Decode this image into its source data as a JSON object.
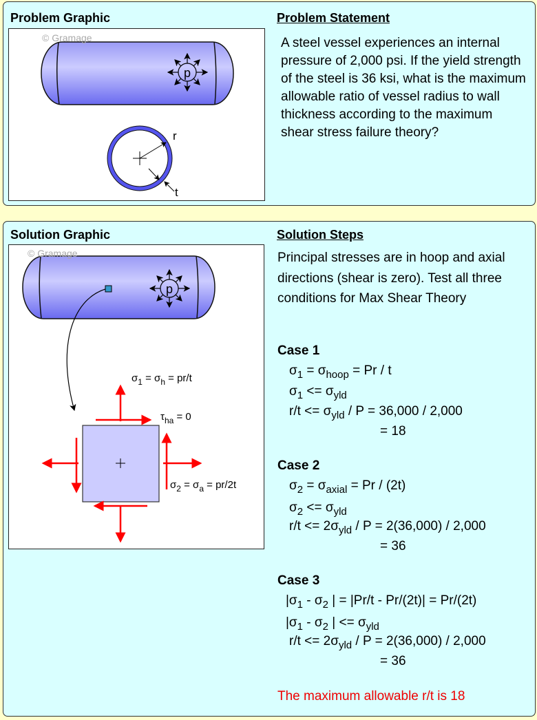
{
  "problem": {
    "graphic_title": "Problem Graphic",
    "statement_title": "Problem Statement",
    "statement": "A steel  vessel experiences an internal pressure of 2,000 psi. If the yield strength of the steel is 36 ksi, what is the maximum allowable ratio of vessel radius to wall thickness according to the maximum shear stress failure theory?",
    "watermark": "© Gramage",
    "labels": {
      "p": "p",
      "r": "r",
      "t": "t"
    }
  },
  "solution": {
    "graphic_title": "Solution Graphic",
    "steps_title": "Solution Steps",
    "intro": "Principal stresses are in hoop and axial directions (shear is zero). Test all three conditions for Max Shear Theory",
    "watermark": "© Gramage",
    "diagram": {
      "p": "p",
      "sigma1": {
        "a": "σ",
        "s1": "1",
        "b": " = σ",
        "s2": "h",
        "c": " = pr/t"
      },
      "tau": {
        "a": "τ",
        "s1": "ha",
        "b": " = 0"
      },
      "sigma2": {
        "a": "σ",
        "s1": "2",
        "b": " = σ",
        "s2": "a",
        "c": " = pr/2t"
      }
    },
    "cases": [
      {
        "title": "Case 1",
        "lines": [
          [
            {
              "t": "σ"
            },
            {
              "t": "1",
              "sub": true
            },
            {
              "t": " = σ"
            },
            {
              "t": "hoop",
              "sub": true
            },
            {
              "t": " = Pr / t"
            }
          ],
          [
            {
              "t": "σ"
            },
            {
              "t": "1",
              "sub": true
            },
            {
              "t": " <= σ"
            },
            {
              "t": "yld",
              "sub": true
            }
          ],
          [
            {
              "t": "r/t <= σ"
            },
            {
              "t": "yld",
              "sub": true
            },
            {
              "t": " / P = 36,000 / 2,000"
            }
          ],
          [
            {
              "t": "= 18"
            }
          ]
        ]
      },
      {
        "title": "Case 2",
        "lines": [
          [
            {
              "t": "σ"
            },
            {
              "t": "2",
              "sub": true
            },
            {
              "t": " = σ"
            },
            {
              "t": "axial",
              "sub": true
            },
            {
              "t": " = Pr / (2t)"
            }
          ],
          [
            {
              "t": "σ"
            },
            {
              "t": "2",
              "sub": true
            },
            {
              "t": " <= σ"
            },
            {
              "t": "yld",
              "sub": true
            }
          ],
          [
            {
              "t": "r/t <= 2σ"
            },
            {
              "t": "yld",
              "sub": true
            },
            {
              "t": " / P = 2(36,000) / 2,000"
            }
          ],
          [
            {
              "t": "= 36"
            }
          ]
        ]
      },
      {
        "title": "Case 3",
        "lines": [
          [
            {
              "t": "|σ"
            },
            {
              "t": "1",
              "sub": true
            },
            {
              "t": " - σ"
            },
            {
              "t": "2",
              "sub": true
            },
            {
              "t": " | = |Pr/t - Pr/(2t)| = Pr/(2t)"
            }
          ],
          [
            {
              "t": "|σ"
            },
            {
              "t": "1",
              "sub": true
            },
            {
              "t": " - σ"
            },
            {
              "t": "2",
              "sub": true
            },
            {
              "t": " | <= σ"
            },
            {
              "t": "yld",
              "sub": true
            }
          ],
          [
            {
              "t": "r/t <= 2σ"
            },
            {
              "t": "yld",
              "sub": true
            },
            {
              "t": " / P = 2(36,000) / 2,000"
            }
          ],
          [
            {
              "t": "= 36"
            }
          ]
        ]
      }
    ],
    "answer": "The maximum allowable r/t is 18"
  },
  "colors": {
    "accent_red": "#ee0000",
    "vessel": "#9999ff",
    "panel": "#d9ffff",
    "page": "#ffffcc"
  }
}
